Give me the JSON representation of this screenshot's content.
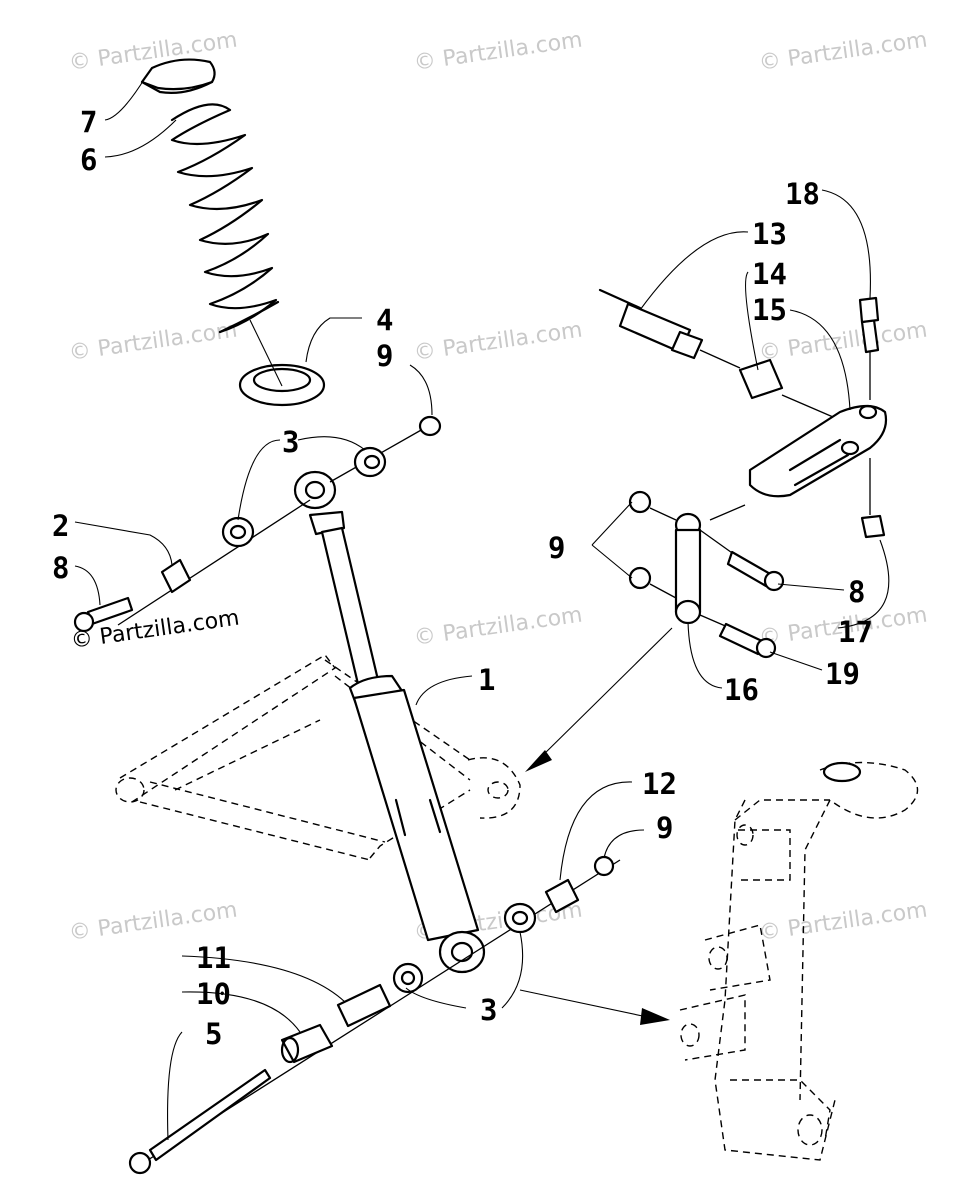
{
  "watermark": {
    "text": "© Partzilla.com",
    "strong_text": "© Partzilla.com"
  },
  "callouts": {
    "c1": "1",
    "c2": "2",
    "c3a": "3",
    "c3b": "3",
    "c4": "4",
    "c5": "5",
    "c6": "6",
    "c7": "7",
    "c8a": "8",
    "c8b": "8",
    "c9a": "9",
    "c9b": "9",
    "c9c": "9",
    "c10": "10",
    "c11": "11",
    "c12": "12",
    "c13": "13",
    "c14": "14",
    "c15": "15",
    "c16": "16",
    "c17": "17",
    "c18": "18",
    "c19": "19"
  },
  "colors": {
    "ink": "#000000",
    "watermark": "#c9c9c9",
    "background": "#ffffff"
  }
}
